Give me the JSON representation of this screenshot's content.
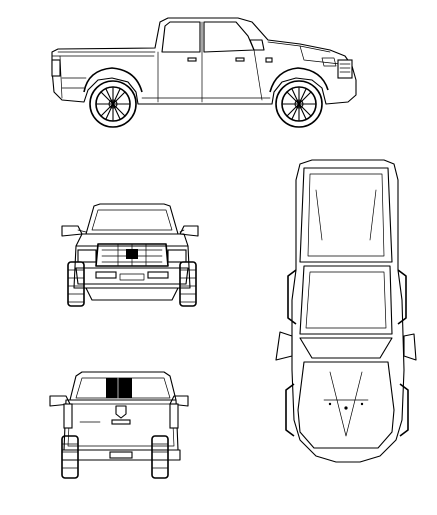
{
  "drawing": {
    "views": [
      "side",
      "front",
      "rear",
      "top"
    ],
    "colors": {
      "line": "#000000",
      "background": "#ffffff"
    }
  }
}
